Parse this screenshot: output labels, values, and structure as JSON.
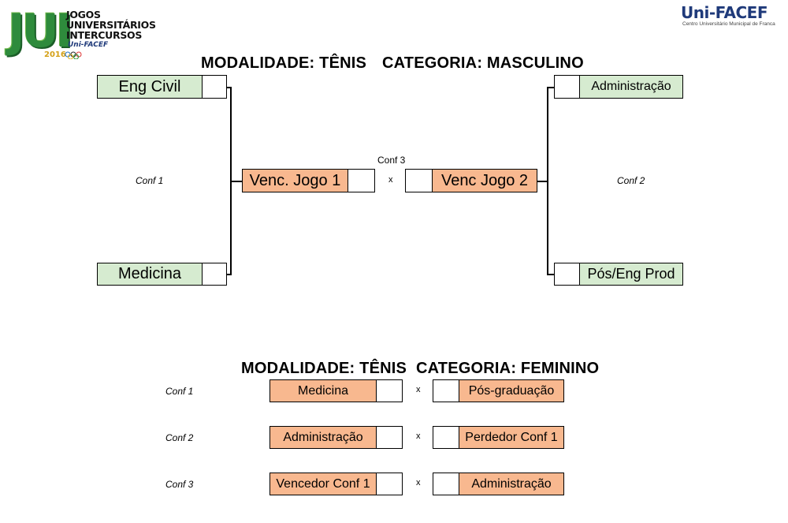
{
  "logos": {
    "jui": {
      "letters": "JUI",
      "line1": "JOGOS",
      "line2": "UNIVERSITÁRIOS",
      "line3": "INTERCURSOS",
      "brand": "Uni-FACEF",
      "year": "2016"
    },
    "unifacef": {
      "name": "Uni-FACEF",
      "subtitle": "Centro Universitário Municipal de Franca"
    }
  },
  "masculino": {
    "title_modalidade": "MODALIDADE: TÊNIS",
    "title_categoria": "CATEGORIA: MASCULINO",
    "left_top": "Eng Civil",
    "left_bottom": "Medicina",
    "right_top": "Administração",
    "right_bottom": "Pós/Eng Prod",
    "conf1": "Conf 1",
    "conf2": "Conf 2",
    "conf3": "Conf 3",
    "final_left": "Venc. Jogo 1",
    "final_right": "Venc Jogo 2",
    "vs": "x"
  },
  "feminino": {
    "title_modalidade": "MODALIDADE: TÊNIS",
    "title_categoria": "CATEGORIA: FEMININO",
    "matches": [
      {
        "conf": "Conf 1",
        "left": "Medicina",
        "vs": "x",
        "right": "Pós-graduação"
      },
      {
        "conf": "Conf 2",
        "left": "Administração",
        "vs": "x",
        "right": "Perdedor Conf 1"
      },
      {
        "conf": "Conf 3",
        "left": "Vencedor Conf 1",
        "vs": "x",
        "right": "Administração"
      }
    ]
  },
  "colors": {
    "green_fill": "#d6ebd0",
    "orange_fill": "#f8b88f",
    "unifacef_blue": "#1f3a7a",
    "jui_green": "#2e8b3c"
  }
}
